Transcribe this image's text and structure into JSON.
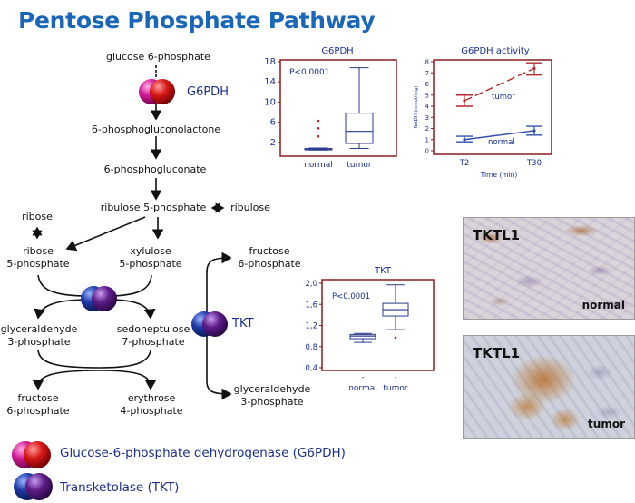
{
  "title": "Pentose Phosphate Pathway",
  "pathway": {
    "glucose6p": "glucose 6-phosphate",
    "pgl": "6-phosphogluconolactone",
    "pg": "6-phosphogluconate",
    "ru5p": "ribulose 5-phosphate",
    "ribulose": "ribulose",
    "ribose": "ribose",
    "r5p_1": "ribose",
    "r5p_2": "5-phosphate",
    "x5p_1": "xylulose",
    "x5p_2": "5-phosphate",
    "f6p_right_1": "fructose",
    "f6p_right_2": "6-phosphate",
    "g3p_left_1": "glyceraldehyde",
    "g3p_left_2": "3-phosphate",
    "s7p_1": "sedoheptulose",
    "s7p_2": "7-phosphate",
    "f6p_left_1": "fructose",
    "f6p_left_2": "6-phosphate",
    "e4p_1": "erythrose",
    "e4p_2": "4-phosphate",
    "g3p_right_1": "glyceraldehyde",
    "g3p_right_2": "3-phosphate",
    "g6pdh_label": "G6PDH",
    "tkt_label": "TKT"
  },
  "legend": {
    "g6pdh": "Glucose-6-phosphate dehydrogenase (G6PDH)",
    "tkt": "Transketolase (TKT)"
  },
  "charts": {
    "g6pdh": {
      "title": "G6PDH",
      "annotation": "P<0.0001",
      "type": "box",
      "y_ticks": [
        "18",
        "14",
        "10",
        "6",
        "2"
      ],
      "categories": [
        "normal",
        "tumor"
      ],
      "ylim": [
        0,
        18
      ]
    },
    "activity": {
      "title": "G6PDH activity",
      "type": "line",
      "ylabel": "NADH (nmol/mg)",
      "y_ticks": [
        "8",
        "7",
        "6",
        "5",
        "4",
        "3",
        "2",
        "1",
        "0"
      ],
      "x_ticks": [
        "T2",
        "T30"
      ],
      "xlabel": "Time (min)",
      "series_labels": [
        "tumor",
        "normal"
      ],
      "ylim": [
        0,
        8
      ]
    },
    "tkt": {
      "title": "TKT",
      "annotation": "P<0.0001",
      "type": "box",
      "y_ticks": [
        "2,0",
        "1,6",
        "1,2",
        "0,8",
        "0,4"
      ],
      "categories": [
        "normal",
        "tumor"
      ],
      "category_marks": [
        "-",
        "-"
      ],
      "ylim": [
        0.4,
        2.0
      ]
    }
  },
  "chart_data": [
    {
      "type": "box",
      "title": "G6PDH",
      "categories": [
        "normal",
        "tumor"
      ],
      "ylim": [
        0,
        18
      ],
      "y_ticks": [
        18,
        14,
        10,
        6,
        2
      ],
      "boxes": [
        {
          "name": "normal",
          "min": 0.5,
          "q1": 0.6,
          "median": 0.7,
          "q3": 0.8,
          "max": 0.9,
          "outliers": [
            3.2,
            4.8,
            6.3
          ]
        },
        {
          "name": "tumor",
          "min": 0.8,
          "q1": 1.8,
          "median": 4.2,
          "q3": 7.8,
          "max": 16.8,
          "outliers": []
        }
      ],
      "annotations": [
        "P<0.0001"
      ]
    },
    {
      "type": "line",
      "title": "G6PDH activity",
      "xlabel": "Time (min)",
      "ylabel": "NADH (nmol/mg)",
      "x": [
        "T2",
        "T30"
      ],
      "ylim": [
        0,
        8
      ],
      "y_ticks": [
        8,
        7,
        6,
        5,
        4,
        3,
        2,
        1,
        0
      ],
      "series": [
        {
          "name": "tumor",
          "values": [
            4.5,
            7.4
          ],
          "error_low": [
            4.0,
            6.8
          ],
          "error_high": [
            5.0,
            7.9
          ]
        },
        {
          "name": "normal",
          "values": [
            1.0,
            1.8
          ],
          "error_low": [
            0.8,
            1.4
          ],
          "error_high": [
            1.3,
            2.2
          ]
        }
      ]
    },
    {
      "type": "box",
      "title": "TKT",
      "categories": [
        "normal",
        "tumor"
      ],
      "ylim": [
        0.4,
        2.0
      ],
      "y_ticks": [
        2.0,
        1.6,
        1.2,
        0.8,
        0.4
      ],
      "boxes": [
        {
          "name": "normal",
          "min": 0.88,
          "q1": 0.95,
          "median": 1.0,
          "q3": 1.03,
          "max": 1.05,
          "outliers": []
        },
        {
          "name": "tumor",
          "min": 1.12,
          "q1": 1.38,
          "median": 1.5,
          "q3": 1.62,
          "max": 1.97,
          "outliers": [
            0.97
          ]
        }
      ],
      "annotations": [
        "P<0.0001"
      ]
    }
  ],
  "photos": {
    "normal": {
      "title": "TKTL1",
      "caption": "normal"
    },
    "tumor": {
      "title": "TKTL1",
      "caption": "tumor"
    }
  },
  "colors": {
    "title": "#1a67b8",
    "enzyme_text": "#1b2f8c",
    "chart_frame": "#8c1c1c",
    "chart_box": "#2a3a8c",
    "tumor_line": "#b32a2a",
    "normal_line": "#2f4fa8",
    "g6pdh_left": "#c0178a",
    "g6pdh_right": "#d01818",
    "tkt_left": "#1d3aa8",
    "tkt_right": "#5e1d8a"
  },
  "icons": [
    "g6pdh-enzyme-icon",
    "tkt-enzyme-icon"
  ]
}
